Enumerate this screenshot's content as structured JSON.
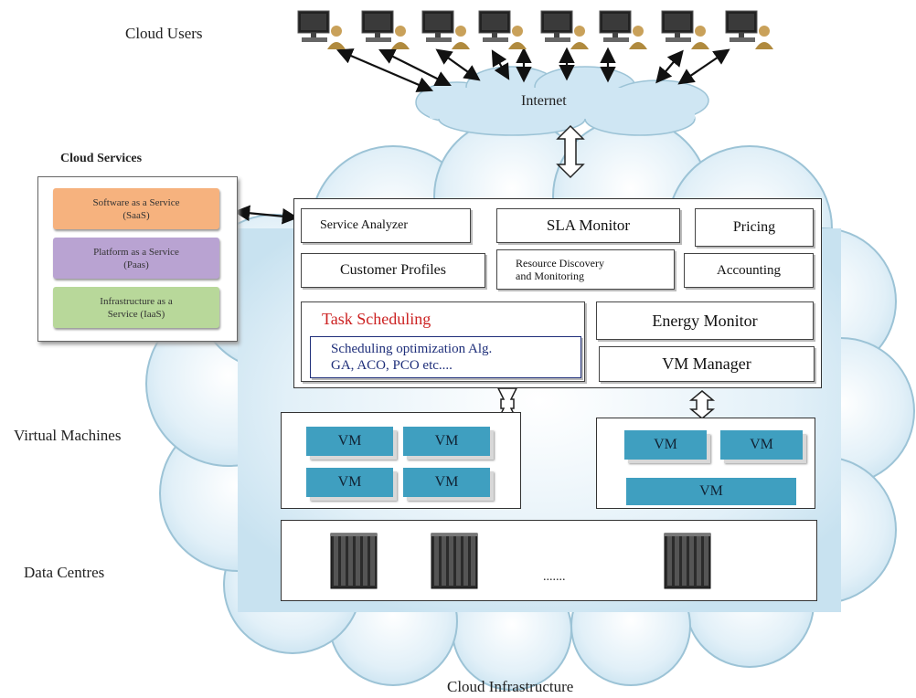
{
  "labels": {
    "cloud_users": "Cloud Users",
    "internet": "Internet",
    "cloud_services": "Cloud Services",
    "virtual_machines": "Virtual Machines",
    "data_centres": "Data Centres",
    "cloud_infrastructure": "Cloud Infrastructure",
    "ellipsis": "......."
  },
  "services": [
    {
      "label": "Software as a Service\n(SaaS)",
      "color": "#f6b27e"
    },
    {
      "label": "Platform as a Service\n(Paas)",
      "color": "#b9a3d2"
    },
    {
      "label": "Infrastructure as a\nService        (IaaS)",
      "color": "#b8d89a"
    }
  ],
  "modules": {
    "service_analyzer": "Service Analyzer",
    "sla_monitor": "SLA Monitor",
    "pricing": "Pricing",
    "customer_profiles": "Customer Profiles",
    "resource_discovery": "Resource Discovery\nand Monitoring",
    "accounting": "Accounting",
    "task_scheduling": "Task Scheduling",
    "scheduling_alg": "Scheduling optimization Alg.\nGA, ACO, PCO etc....",
    "energy_monitor": "Energy Monitor",
    "vm_manager": "VM Manager"
  },
  "vm_label": "VM",
  "colors": {
    "cloud": "#cde6f2",
    "cloud_stroke": "#9cc3d6",
    "vm": "#3f9fc0",
    "task_scheduling_text": "#cc2222",
    "scheduling_alg_text": "#1f2f7a"
  }
}
